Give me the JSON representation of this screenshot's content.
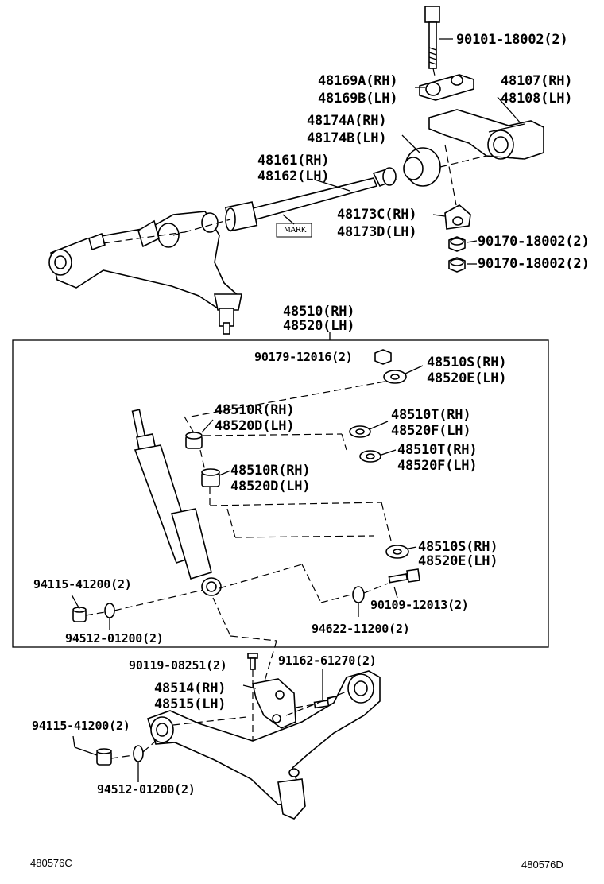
{
  "labels": {
    "bolt_top": "90101-18002(2)",
    "bracket_a": "48169A(RH)",
    "bracket_b": "48169B(LH)",
    "arm_rh": "48107(RH)",
    "arm_lh": "48108(LH)",
    "bush_a": "48174A(RH)",
    "bush_b": "48174B(LH)",
    "torsion_rh": "48161(RH)",
    "torsion_lh": "48162(LH)",
    "mark": "MARK",
    "seat_c": "48173C(RH)",
    "seat_d": "48173D(LH)",
    "nut_1": "90170-18002(2)",
    "nut_2": "90170-18002(2)",
    "shock_rh": "48510(RH)",
    "shock_lh": "48520(LH)",
    "nut_top": "90179-12016(2)",
    "ret_s_rh_1": "48510S(RH)",
    "ret_e_lh_1": "48520E(LH)",
    "cush_r_rh_1": "48510R(RH)",
    "cush_d_lh_1": "48520D(LH)",
    "ret_t_rh_1": "48510T(RH)",
    "ret_f_lh_1": "48520F(LH)",
    "ret_t_rh_2": "48510T(RH)",
    "ret_f_lh_2": "48520F(LH)",
    "cush_r_rh_2": "48510R(RH)",
    "cush_d_lh_2": "48520D(LH)",
    "ret_s_rh_2": "48510S(RH)",
    "ret_e_lh_2": "48520E(LH)",
    "bush_lower_1": "94115-41200(2)",
    "bolt_lower": "90109-12013(2)",
    "washer_1": "94512-01200(2)",
    "washer_2": "94622-11200(2)",
    "screw": "90119-08251(2)",
    "bolt_bracket": "91162-61270(2)",
    "bracket_rh": "48514(RH)",
    "bracket_lh": "48515(LH)",
    "bush_lower_2": "94115-41200(2)",
    "washer_3": "94512-01200(2)"
  },
  "footer": {
    "left_code": "480576C",
    "right_code": "480576D"
  }
}
